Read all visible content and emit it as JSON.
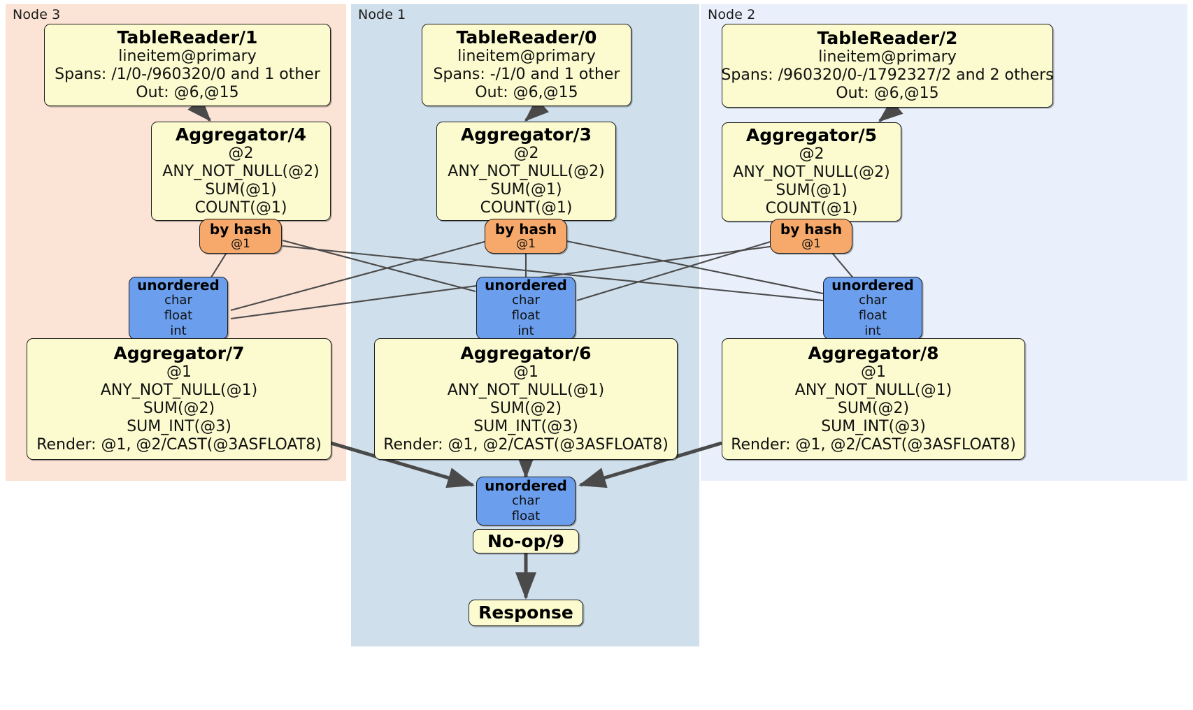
{
  "diagram": {
    "type": "distributed-query-plan",
    "title": "",
    "colors": {
      "node3_panel": "#fbe3d5",
      "node1_panel": "#cfdfeb",
      "node2_panel": "#eaf0fb",
      "processor": "#fbfbcf",
      "router": "#f6a96b",
      "receiver": "#6b9fee",
      "edge": "#4a4a4a",
      "border": "#1d1d1d"
    }
  },
  "panels": [
    {
      "id": "node3",
      "label": "Node 3"
    },
    {
      "id": "node1",
      "label": "Node 1"
    },
    {
      "id": "node2",
      "label": "Node 2"
    }
  ],
  "processors": {
    "table_reader_1": {
      "title": "TableReader/1",
      "lines": [
        "lineitem@primary",
        "Spans: /1/0-/960320/0 and 1 other",
        "Out: @6,@15"
      ]
    },
    "table_reader_0": {
      "title": "TableReader/0",
      "lines": [
        "lineitem@primary",
        "Spans: -/1/0 and 1 other",
        "Out: @6,@15"
      ]
    },
    "table_reader_2": {
      "title": "TableReader/2",
      "lines": [
        "lineitem@primary",
        "Spans: /960320/0-/1792327/2 and 2 others",
        "Out: @6,@15"
      ]
    },
    "aggregator_4": {
      "title": "Aggregator/4",
      "lines": [
        "@2",
        "ANY_NOT_NULL(@2)",
        "SUM(@1)",
        "COUNT(@1)"
      ]
    },
    "aggregator_3": {
      "title": "Aggregator/3",
      "lines": [
        "@2",
        "ANY_NOT_NULL(@2)",
        "SUM(@1)",
        "COUNT(@1)"
      ]
    },
    "aggregator_5": {
      "title": "Aggregator/5",
      "lines": [
        "@2",
        "ANY_NOT_NULL(@2)",
        "SUM(@1)",
        "COUNT(@1)"
      ]
    },
    "aggregator_7": {
      "title": "Aggregator/7",
      "lines": [
        "@1",
        "ANY_NOT_NULL(@1)",
        "SUM(@2)",
        "SUM_INT(@3)",
        "Render: @1, @2/CAST(@3ASFLOAT8)"
      ]
    },
    "aggregator_6": {
      "title": "Aggregator/6",
      "lines": [
        "@1",
        "ANY_NOT_NULL(@1)",
        "SUM(@2)",
        "SUM_INT(@3)",
        "Render: @1, @2/CAST(@3ASFLOAT8)"
      ]
    },
    "aggregator_8": {
      "title": "Aggregator/8",
      "lines": [
        "@1",
        "ANY_NOT_NULL(@1)",
        "SUM(@2)",
        "SUM_INT(@3)",
        "Render: @1, @2/CAST(@3ASFLOAT8)"
      ]
    },
    "noop_9": {
      "title": "No-op/9",
      "lines": []
    },
    "response": {
      "title": "Response",
      "lines": []
    }
  },
  "routers": {
    "by_hash_left": {
      "title": "by hash",
      "lines": [
        "@1"
      ]
    },
    "by_hash_center": {
      "title": "by hash",
      "lines": [
        "@1"
      ]
    },
    "by_hash_right": {
      "title": "by hash",
      "lines": [
        "@1"
      ]
    }
  },
  "receivers": {
    "unordered_left": {
      "title": "unordered",
      "lines": [
        "char",
        "float",
        "int"
      ]
    },
    "unordered_center": {
      "title": "unordered",
      "lines": [
        "char",
        "float",
        "int"
      ]
    },
    "unordered_right": {
      "title": "unordered",
      "lines": [
        "char",
        "float",
        "int"
      ]
    },
    "unordered_final": {
      "title": "unordered",
      "lines": [
        "char",
        "float"
      ]
    }
  }
}
